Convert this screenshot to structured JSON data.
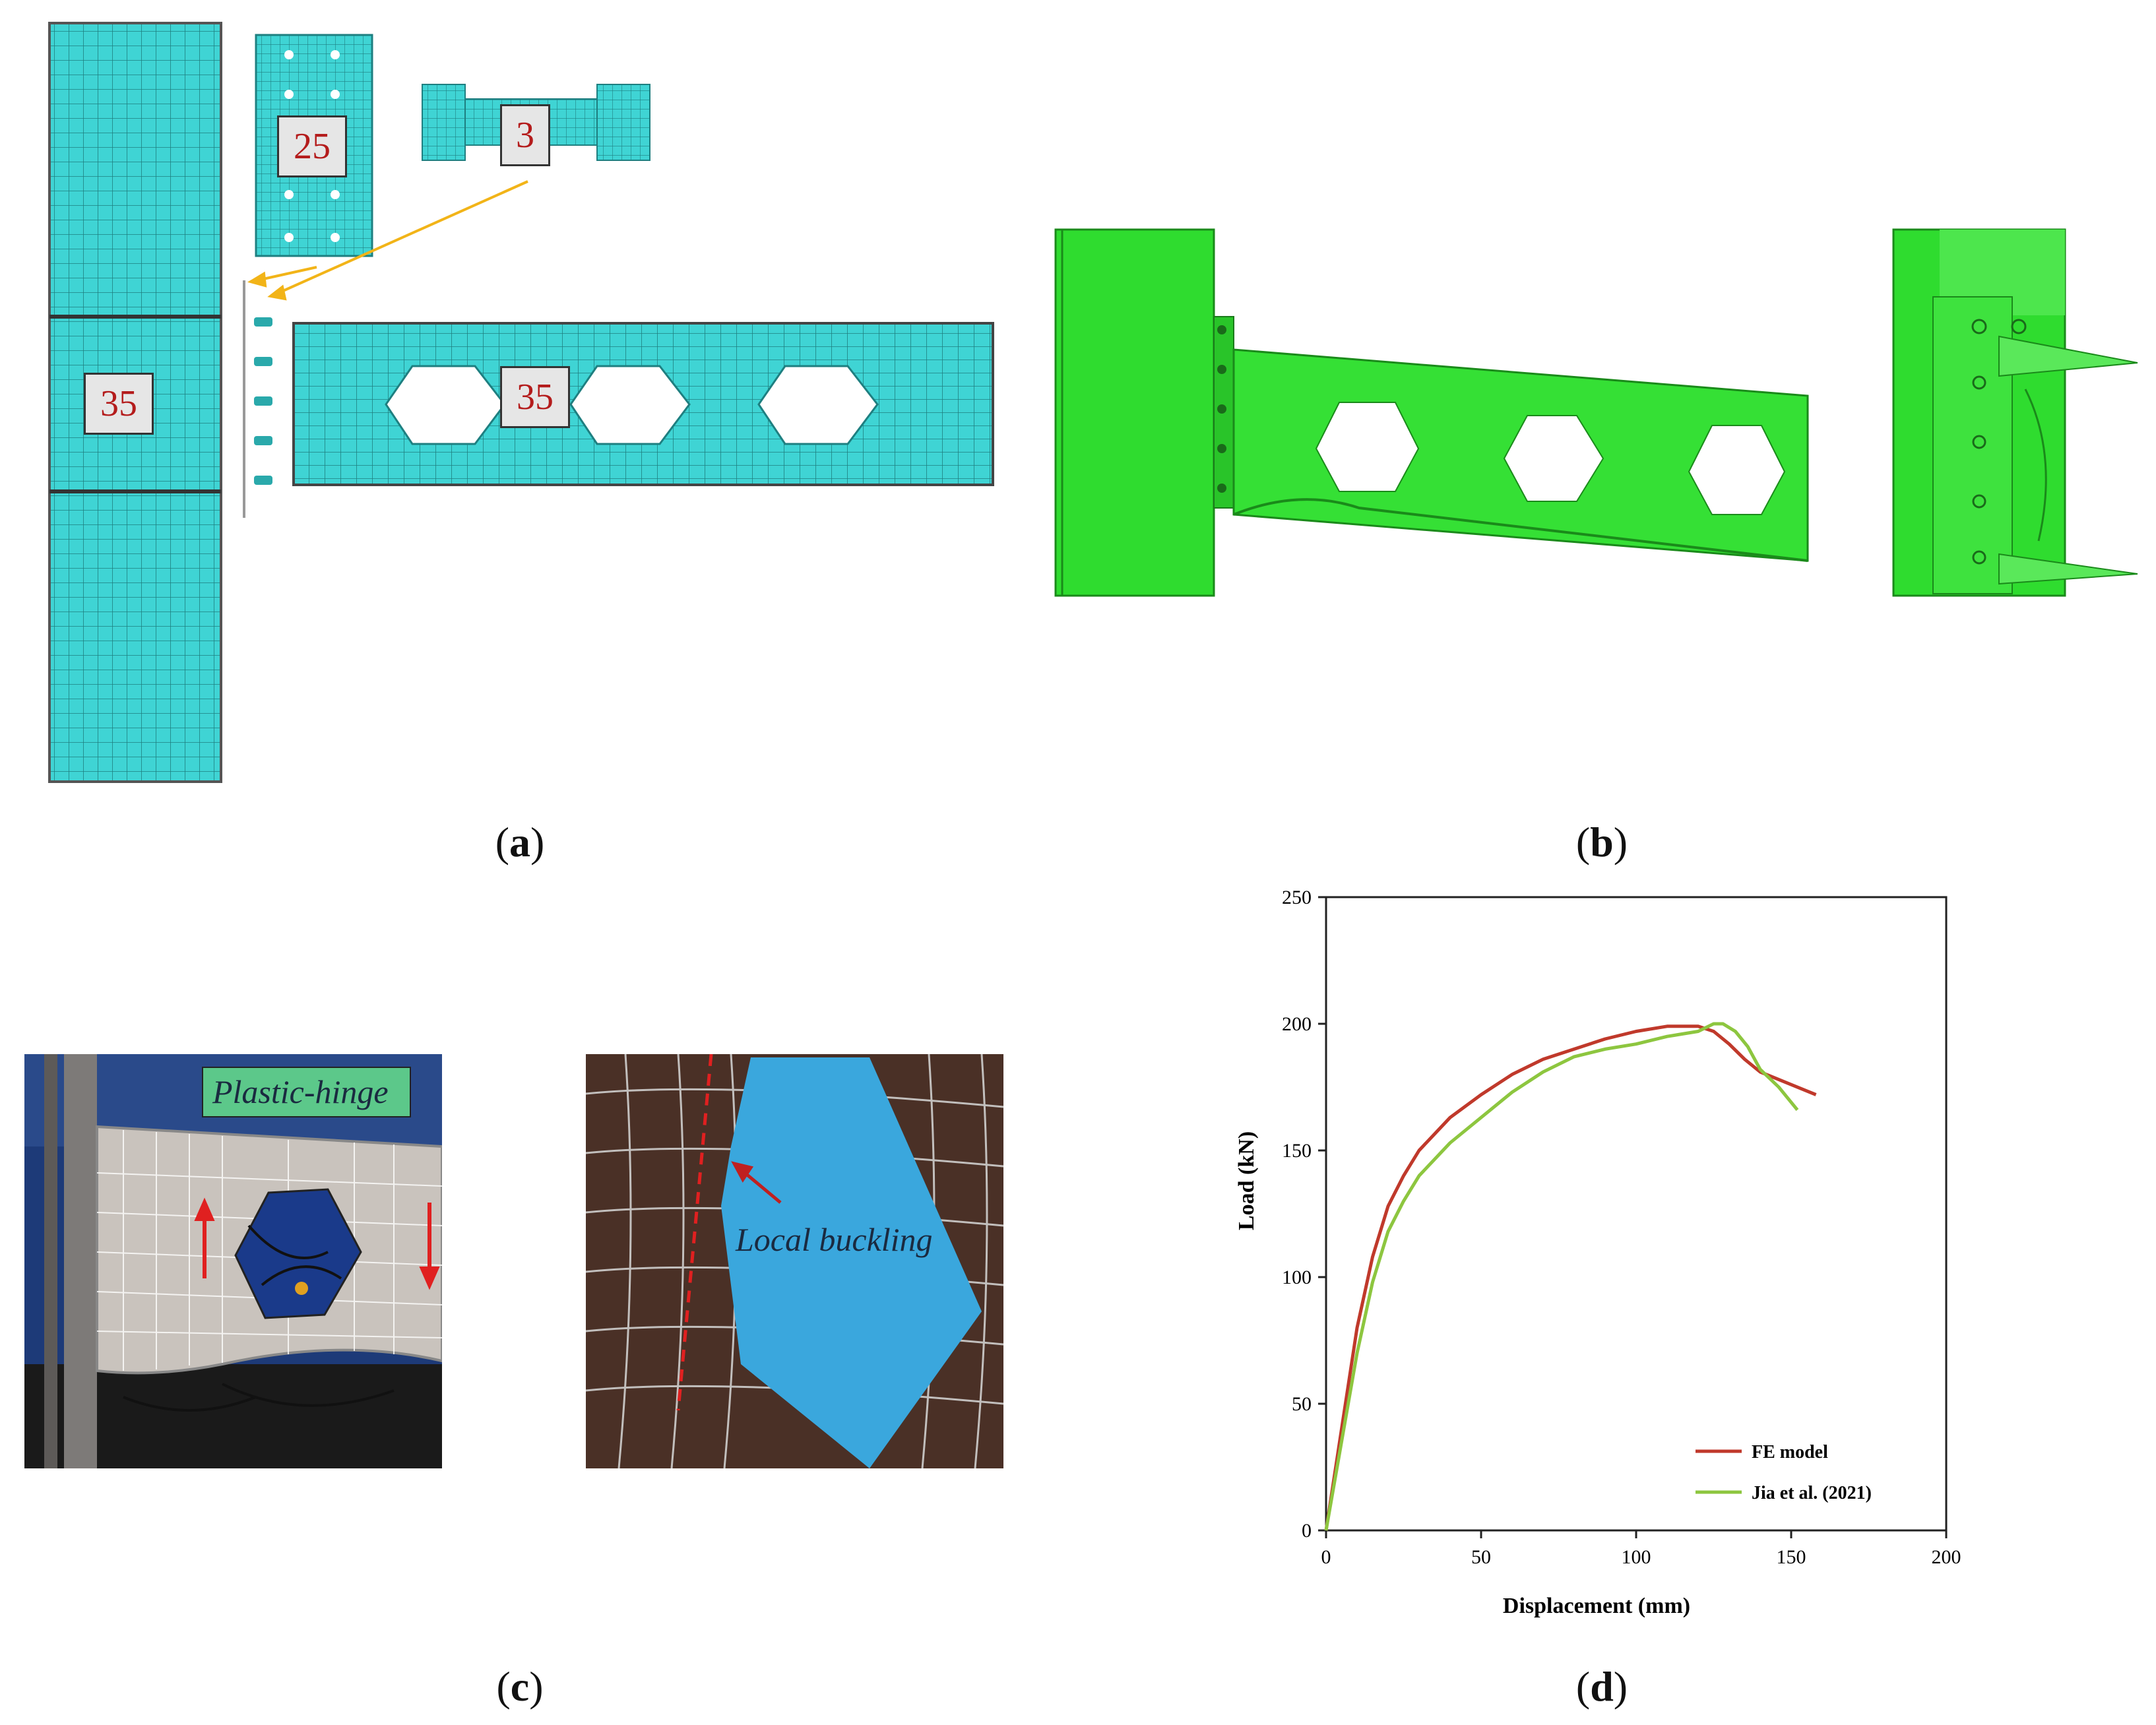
{
  "captions": {
    "a": "a",
    "b": "b",
    "c": "c",
    "d": "d"
  },
  "panel_a": {
    "labels": [
      "35",
      "25",
      "3",
      "35"
    ]
  },
  "panel_c": {
    "photo1_label": "Plastic-hinge",
    "photo2_label": "Local buckling"
  },
  "colors": {
    "mesh": "#3fd4d4",
    "mesh_line": "#1e7f80",
    "fe_green": "#33e033",
    "fe_curve": "#c0392b",
    "test_curve": "#8dc63f",
    "arrow": "#f2b418"
  },
  "chart_data": {
    "type": "line",
    "xlabel": "Displacement (mm)",
    "ylabel": "Load (kN)",
    "xlim": [
      0,
      200
    ],
    "ylim": [
      0,
      250
    ],
    "xticks": [
      0,
      50,
      100,
      150,
      200
    ],
    "yticks": [
      0,
      50,
      100,
      150,
      200,
      250
    ],
    "legend_position": "bottom-right",
    "series": [
      {
        "name": "FE model",
        "color": "#c0392b",
        "x": [
          0,
          5,
          10,
          15,
          20,
          25,
          30,
          40,
          50,
          60,
          70,
          80,
          90,
          100,
          110,
          120,
          125,
          130,
          135,
          140,
          150,
          158
        ],
        "y": [
          0,
          40,
          80,
          108,
          128,
          140,
          150,
          163,
          172,
          180,
          186,
          190,
          194,
          197,
          199,
          199,
          197,
          192,
          186,
          181,
          176,
          172
        ]
      },
      {
        "name": "Jia et al. (2021)",
        "color": "#8dc63f",
        "x": [
          0,
          5,
          10,
          15,
          20,
          25,
          30,
          40,
          50,
          60,
          70,
          80,
          90,
          100,
          110,
          120,
          125,
          128,
          132,
          136,
          140,
          146,
          152
        ],
        "y": [
          0,
          35,
          70,
          98,
          118,
          130,
          140,
          153,
          163,
          173,
          181,
          187,
          190,
          192,
          195,
          197,
          200,
          200,
          197,
          191,
          182,
          175,
          166
        ]
      }
    ]
  }
}
